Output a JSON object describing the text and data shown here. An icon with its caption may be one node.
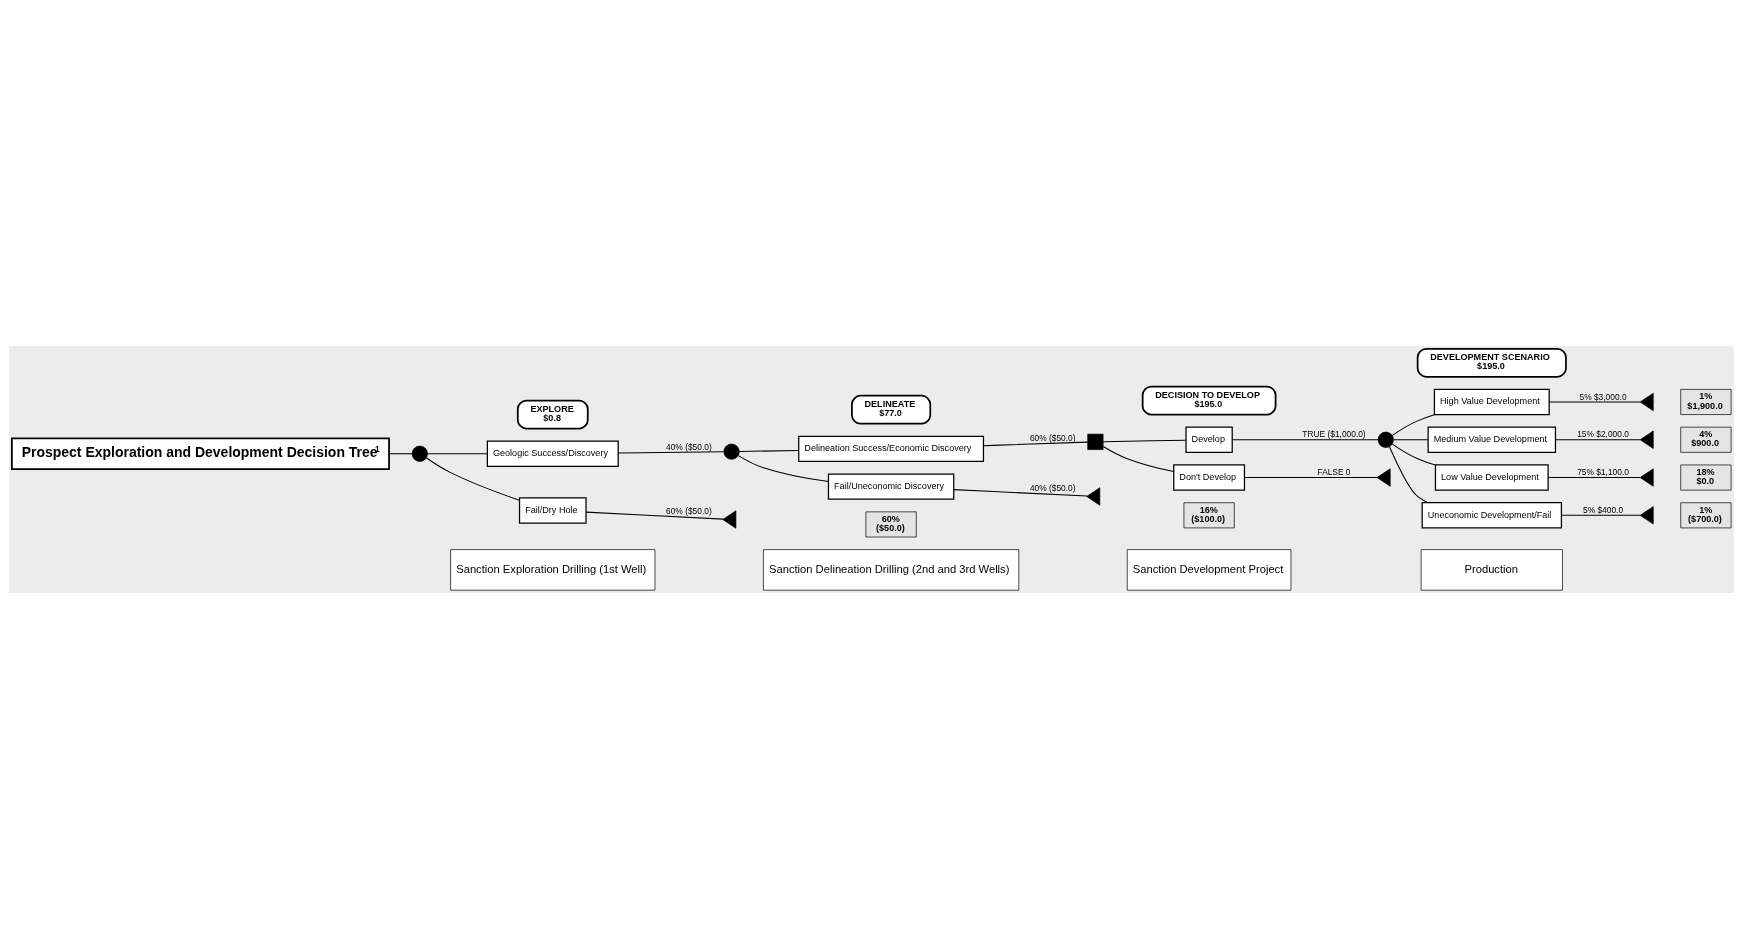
{
  "diagram": {
    "nodes": [
      {
        "text": [
          "Sanction Exploration Drilling (1st Well)"
        ]
      },
      {
        "text": [
          "Sanction Delineation Drilling (2nd and 3rd Wells)"
        ]
      },
      {
        "text": [
          "Sanction Development Project"
        ]
      },
      {
        "text": [
          "Production"
        ]
      },
      {
        "text": [
          "Prospect Exploration and Development Decision Tree$^{1}$"
        ]
      },
      {
        "text": [],
        "shape": "circle"
      },
      {
        "text": [
          "EXPLORE",
          "$0.8"
        ]
      },
      {
        "text": [
          "Geologic Success/Discovery"
        ]
      },
      {
        "text": [
          "Fail/Dry Hole"
        ]
      },
      {
        "text": [],
        "shape": "circle"
      },
      {
        "text": [
          "DELINEATE",
          "$77.0"
        ]
      },
      {
        "text": [
          "Delineation Success/Economic Discovery"
        ]
      },
      {
        "text": [
          "Fail/Uneconomic Discovery"
        ]
      },
      {
        "text": [],
        "shape": "box"
      },
      {
        "text": [
          "DECISION TO DEVELOP",
          "$195.0"
        ]
      },
      {
        "text": [
          "Develop"
        ]
      },
      {
        "text": [
          "Don't Develop"
        ]
      },
      {
        "text": [],
        "shape": "circle"
      },
      {
        "text": [
          "DEVELOPMENT SCENARIO",
          "$195.0"
        ]
      },
      {
        "text": [
          "High Value Development"
        ]
      },
      {
        "text": [
          "Medium Value Development"
        ]
      },
      {
        "text": [
          "Low Value Development"
        ]
      },
      {
        "text": [
          "Uneconomic Development/Fail"
        ]
      },
      {
        "text": [],
        "shape": "triangle"
      },
      {
        "text": [
          "60%",
          "($50.0)"
        ]
      },
      {
        "text": [],
        "shape": "triangle"
      },
      {
        "text": [
          "16%",
          "($100.0)"
        ]
      },
      {
        "text": [],
        "shape": "triangle"
      },
      {
        "text": [],
        "shape": "triangle"
      },
      {
        "text": [
          "1%",
          "$1,900.0"
        ]
      },
      {
        "text": [],
        "shape": "triangle"
      },
      {
        "text": [
          "4%",
          "$900.0"
        ]
      },
      {
        "text": [],
        "shape": "triangle"
      },
      {
        "text": [
          "18%",
          "$0.0"
        ]
      },
      {
        "text": [],
        "shape": "triangle"
      },
      {
        "text": [
          "1%",
          "($700.0)"
        ]
      }
    ],
    "edges": [
      {
        "from": 4,
        "to": 5,
        "arrow": "none"
      },
      {
        "from": 5,
        "to": 7,
        "arrow": "none"
      },
      {
        "from": 5,
        "to": 8,
        "arrow": "none"
      },
      {
        "from": 7,
        "to": 9,
        "arrow": "none",
        "label": "40% ($50.0)"
      },
      {
        "from": 8,
        "to": 23,
        "arrow": "none",
        "label": "60% ($50.0)"
      },
      {
        "from": 9,
        "to": 11,
        "arrow": "none"
      },
      {
        "from": 9,
        "to": 12,
        "arrow": "none"
      },
      {
        "from": 11,
        "to": 13,
        "arrow": "none",
        "label": "60% ($50.0)"
      },
      {
        "from": 12,
        "to": 25,
        "arrow": "none",
        "label": "40% ($50.0)"
      },
      {
        "from": 13,
        "to": 15,
        "arrow": "none"
      },
      {
        "from": 13,
        "to": 16,
        "arrow": "none"
      },
      {
        "from": 15,
        "to": 17,
        "arrow": "none",
        "label": "TRUE ($1,000.0)"
      },
      {
        "from": 16,
        "to": 27,
        "arrow": "none",
        "label": "FALSE 0"
      },
      {
        "from": 17,
        "to": 19,
        "arrow": "none"
      },
      {
        "from": 17,
        "to": 20,
        "arrow": "none"
      },
      {
        "from": 17,
        "to": 21,
        "arrow": "none"
      },
      {
        "from": 17,
        "to": 22,
        "arrow": "none"
      },
      {
        "from": 19,
        "to": 28,
        "arrow": "none",
        "label": "5% $3,000.0"
      },
      {
        "from": 20,
        "to": 30,
        "arrow": "none",
        "label": "15% $2,000.0"
      },
      {
        "from": 21,
        "to": 32,
        "arrow": "none",
        "label": "75% $1,100.0"
      },
      {
        "from": 22,
        "to": 34,
        "arrow": "none",
        "label": "5% $400.0"
      }
    ]
  }
}
